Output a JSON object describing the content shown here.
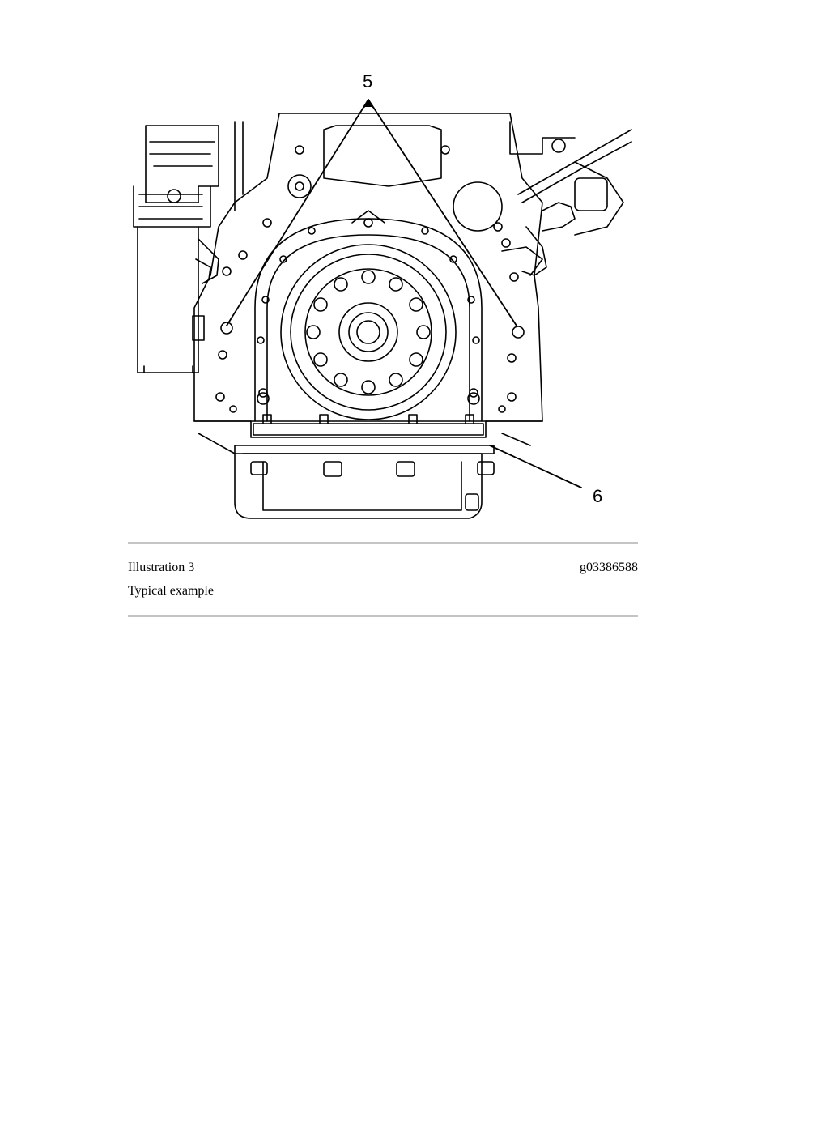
{
  "figure": {
    "callouts": {
      "label_5": "5",
      "label_6": "6"
    }
  },
  "caption": {
    "title": "Illustration 3",
    "image_id": "g03386588",
    "note": "Typical example"
  }
}
